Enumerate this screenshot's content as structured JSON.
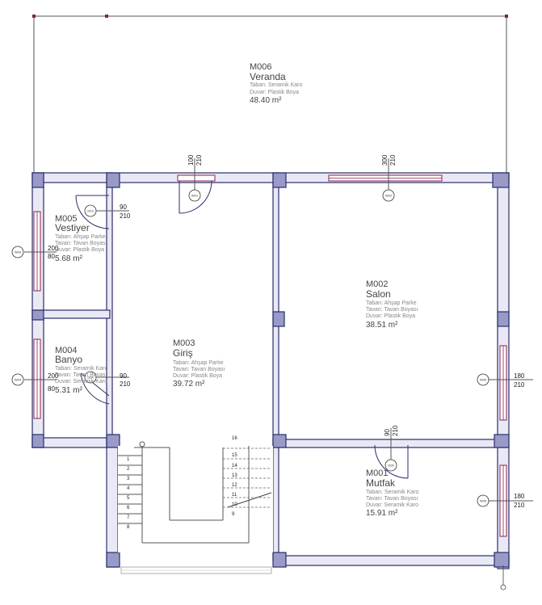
{
  "rooms": {
    "veranda": {
      "code": "M006",
      "name": "Veranda",
      "floor": "Taban: Seramik Karo",
      "wall": "Duvar: Plastik Boya",
      "area": "48.40 m²"
    },
    "vestiyer": {
      "code": "M005",
      "name": "Vestiyer",
      "floor": "Taban: Ahşap Parke",
      "ceiling": "Tavan: Tavan Boyası",
      "wall": "Duvar: Plastik Boya",
      "area": "5.68 m²"
    },
    "banyo": {
      "code": "M004",
      "name": "Banyo",
      "floor": "Taban: Seramik Karo",
      "ceiling": "Tavan: Tavan Boyası",
      "wall": "Duvar: Seramik Karo",
      "area": "5.31 m²"
    },
    "giris": {
      "code": "M003",
      "name": "Giriş",
      "floor": "Taban: Ahşap Parke",
      "ceiling": "Tavan: Tavan Boyası",
      "wall": "Duvar: Plastik Boya",
      "area": "39.72 m²"
    },
    "salon": {
      "code": "M002",
      "name": "Salon",
      "floor": "Taban: Ahşap Parke",
      "ceiling": "Tavan: Tavan Boyası",
      "wall": "Duvar: Plastik Boya",
      "area": "38.51 m²"
    },
    "mutfak": {
      "code": "M001",
      "name": "Mutfak",
      "floor": "Taban: Seramik Karo",
      "ceiling": "Tavan: Tavan Boyası",
      "wall": "Duvar: Seramik Karo",
      "area": "15.91 m²"
    }
  },
  "openings": {
    "entrance_door": {
      "w": "100",
      "h": "210"
    },
    "salon_window": {
      "w": "300",
      "h": "210"
    },
    "vestiyer_door": {
      "w": "90",
      "h": "210"
    },
    "vestiyer_window": {
      "w": "200",
      "h": "80"
    },
    "banyo_window": {
      "w": "200",
      "h": "80"
    },
    "banyo_door": {
      "w": "90",
      "h": "210"
    },
    "salon_east_window": {
      "w": "180",
      "h": "210"
    },
    "mutfak_door": {
      "w": "90",
      "h": "210"
    },
    "mutfak_window": {
      "w": "180",
      "h": "210"
    }
  },
  "stairs": {
    "left_steps": [
      "1",
      "2",
      "3",
      "4",
      "5",
      "6",
      "7",
      "8"
    ],
    "right_steps": [
      "16",
      "15",
      "14",
      "13",
      "12",
      "11",
      "10",
      "9"
    ]
  }
}
